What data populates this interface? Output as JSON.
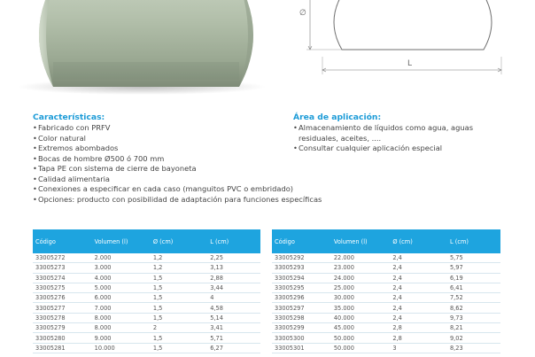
{
  "drawing": {
    "diameter_symbol": "∅",
    "length_symbol": "L"
  },
  "features": {
    "title": "Características:",
    "items": [
      "Fabricado con PRFV",
      "Color natural",
      "Extremos abombados",
      "Bocas de hombre Ø500 ó 700 mm",
      "Tapa PE con sistema de cierre de bayoneta",
      "Calidad alimentaria",
      "Conexiones a especificar en cada caso (manguitos PVC o embridado)",
      "Opciones: producto con posibilidad de adaptación para funciones específicas"
    ]
  },
  "application": {
    "title": "Área de aplicación:",
    "items": [
      "Almacenamiento de líquidos como agua, aguas",
      "residuales, aceites, ....",
      "Consultar cualquier aplicación especial"
    ]
  },
  "table_headers": [
    "Código",
    "Volumen (l)",
    "Ø (cm)",
    "L (cm)"
  ],
  "table_left": [
    [
      "33005272",
      "2.000",
      "1,2",
      "2,25"
    ],
    [
      "33005273",
      "3.000",
      "1,2",
      "3,13"
    ],
    [
      "33005274",
      "4.000",
      "1,5",
      "2,88"
    ],
    [
      "33005275",
      "5.000",
      "1,5",
      "3,44"
    ],
    [
      "33005276",
      "6.000",
      "1,5",
      "4"
    ],
    [
      "33005277",
      "7.000",
      "1,5",
      "4,58"
    ],
    [
      "33005278",
      "8.000",
      "1,5",
      "5,14"
    ],
    [
      "33005279",
      "8.000",
      "2",
      "3,41"
    ],
    [
      "33005280",
      "9.000",
      "1,5",
      "5,71"
    ],
    [
      "33005281",
      "10.000",
      "1,5",
      "6,27"
    ]
  ],
  "table_right": [
    [
      "33005292",
      "22.000",
      "2,4",
      "5,75"
    ],
    [
      "33005293",
      "23.000",
      "2,4",
      "5,97"
    ],
    [
      "33005294",
      "24.000",
      "2,4",
      "6,19"
    ],
    [
      "33005295",
      "25.000",
      "2,4",
      "6,41"
    ],
    [
      "33005296",
      "30.000",
      "2,4",
      "7,52"
    ],
    [
      "33005297",
      "35.000",
      "2,4",
      "8,62"
    ],
    [
      "33005298",
      "40.000",
      "2,4",
      "9,73"
    ],
    [
      "33005299",
      "45.000",
      "2,8",
      "8,21"
    ],
    [
      "33005300",
      "50.000",
      "2,8",
      "9,02"
    ],
    [
      "33005301",
      "50.000",
      "3",
      "8,23"
    ]
  ],
  "colors": {
    "accent": "#1c9bd7",
    "table_header": "#1ea4df",
    "tank_green": "#a9b7a1"
  }
}
